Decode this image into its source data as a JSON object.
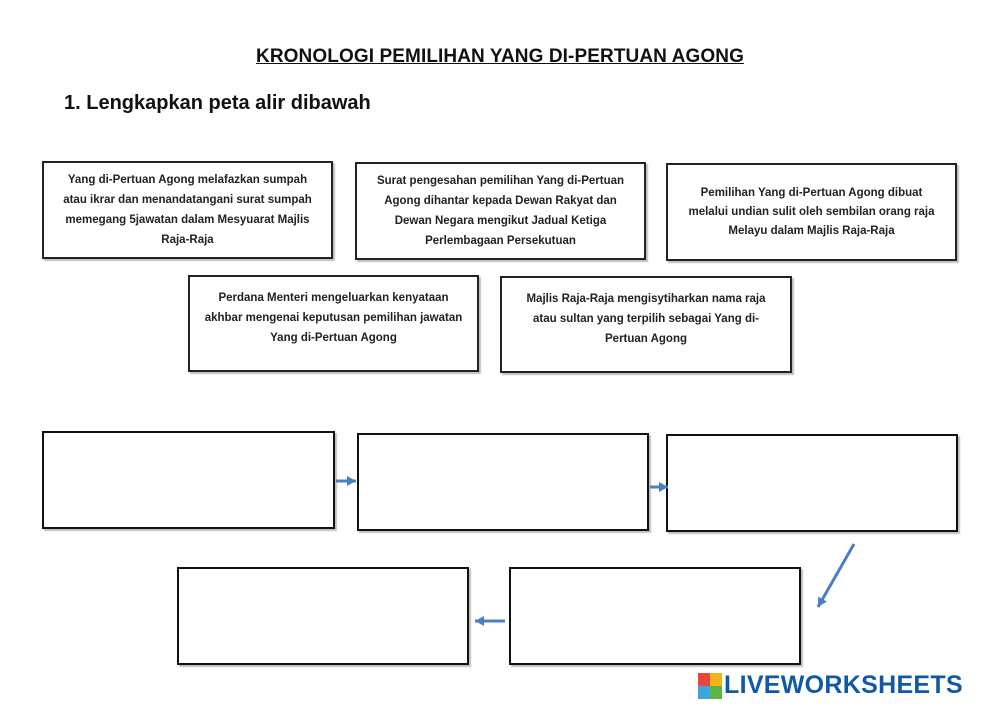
{
  "title": "KRONOLOGI PEMILIHAN YANG DI-PERTUAN AGONG",
  "instruction": "1. Lengkapkan peta alir dibawah",
  "statements": [
    "Yang di-Pertuan Agong melafazkan sumpah atau ikrar dan menandatangani surat sumpah memegang 5jawatan dalam Mesyuarat Majlis Raja-Raja",
    "Surat pengesahan pemilihan Yang di-Pertuan Agong dihantar kepada Dewan Rakyat dan Dewan Negara mengikut Jadual Ketiga Perlembagaan Persekutuan",
    "Pemilihan Yang di-Pertuan Agong dibuat melalui undian sulit oleh sembilan orang raja Melayu dalam Majlis Raja-Raja",
    "Perdana Menteri mengeluarkan kenyataan akhbar mengenai keputusan pemilihan jawatan Yang di-Pertuan Agong",
    "Majlis Raja-Raja mengisytiharkan nama raja atau sultan yang terpilih sebagai Yang di-Pertuan Agong"
  ],
  "flow_slots": [
    "",
    "",
    "",
    "",
    ""
  ],
  "brand": {
    "name": "LIVEWORKSHEETS",
    "color": "#0f5aa6",
    "logo_colors": [
      "#e8463b",
      "#f5b21b",
      "#3aa6dd",
      "#5bb643"
    ]
  },
  "arrow_color": "#4a7fc1"
}
